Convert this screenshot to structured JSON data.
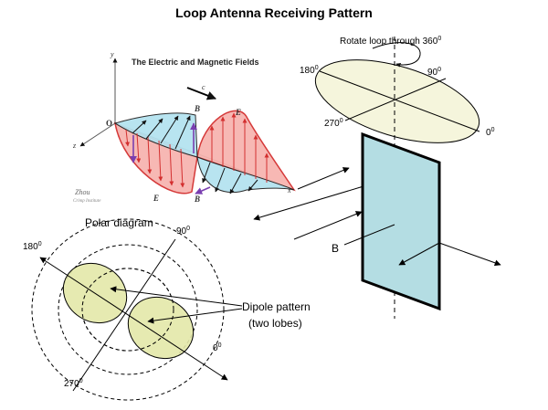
{
  "title": "Loop Antenna  Receiving Pattern",
  "em_figure": {
    "heading": "The Electric and Magnetic Fields",
    "axis_x": "x",
    "axis_y": "y",
    "axis_z": "z",
    "origin": "O",
    "label_c": "c",
    "label_b1": "B",
    "label_e1": "E",
    "label_b2": "B",
    "label_e2": "E",
    "credit_line1": "Zhou",
    "credit_line2": "Crimp Institute"
  },
  "rotation": {
    "caption": "Rotate loop through 360",
    "caption_sup": "0",
    "angle_180": "180",
    "angle_90": "90",
    "angle_270": "270",
    "angle_0": "0",
    "sup": "0"
  },
  "loop": {
    "label_b": "B"
  },
  "polar": {
    "title": "Polar diagram",
    "angle_90": "90",
    "angle_180": "180",
    "angle_270": "270",
    "angle_0": "0",
    "sup": "0",
    "dipole_line1": "Dipole pattern",
    "dipole_line2": "(two lobes)"
  },
  "colors": {
    "ellipse_fill": "#f5f5dc",
    "lobe_fill": "#e3e8a8",
    "loop_fill": "#b4dde3",
    "wave_red_fill": "#f7b5b0",
    "wave_blue_fill": "#b5e3f0",
    "wave_red_stroke": "#d32f2f",
    "arrow_purple": "#7a3fb0"
  }
}
